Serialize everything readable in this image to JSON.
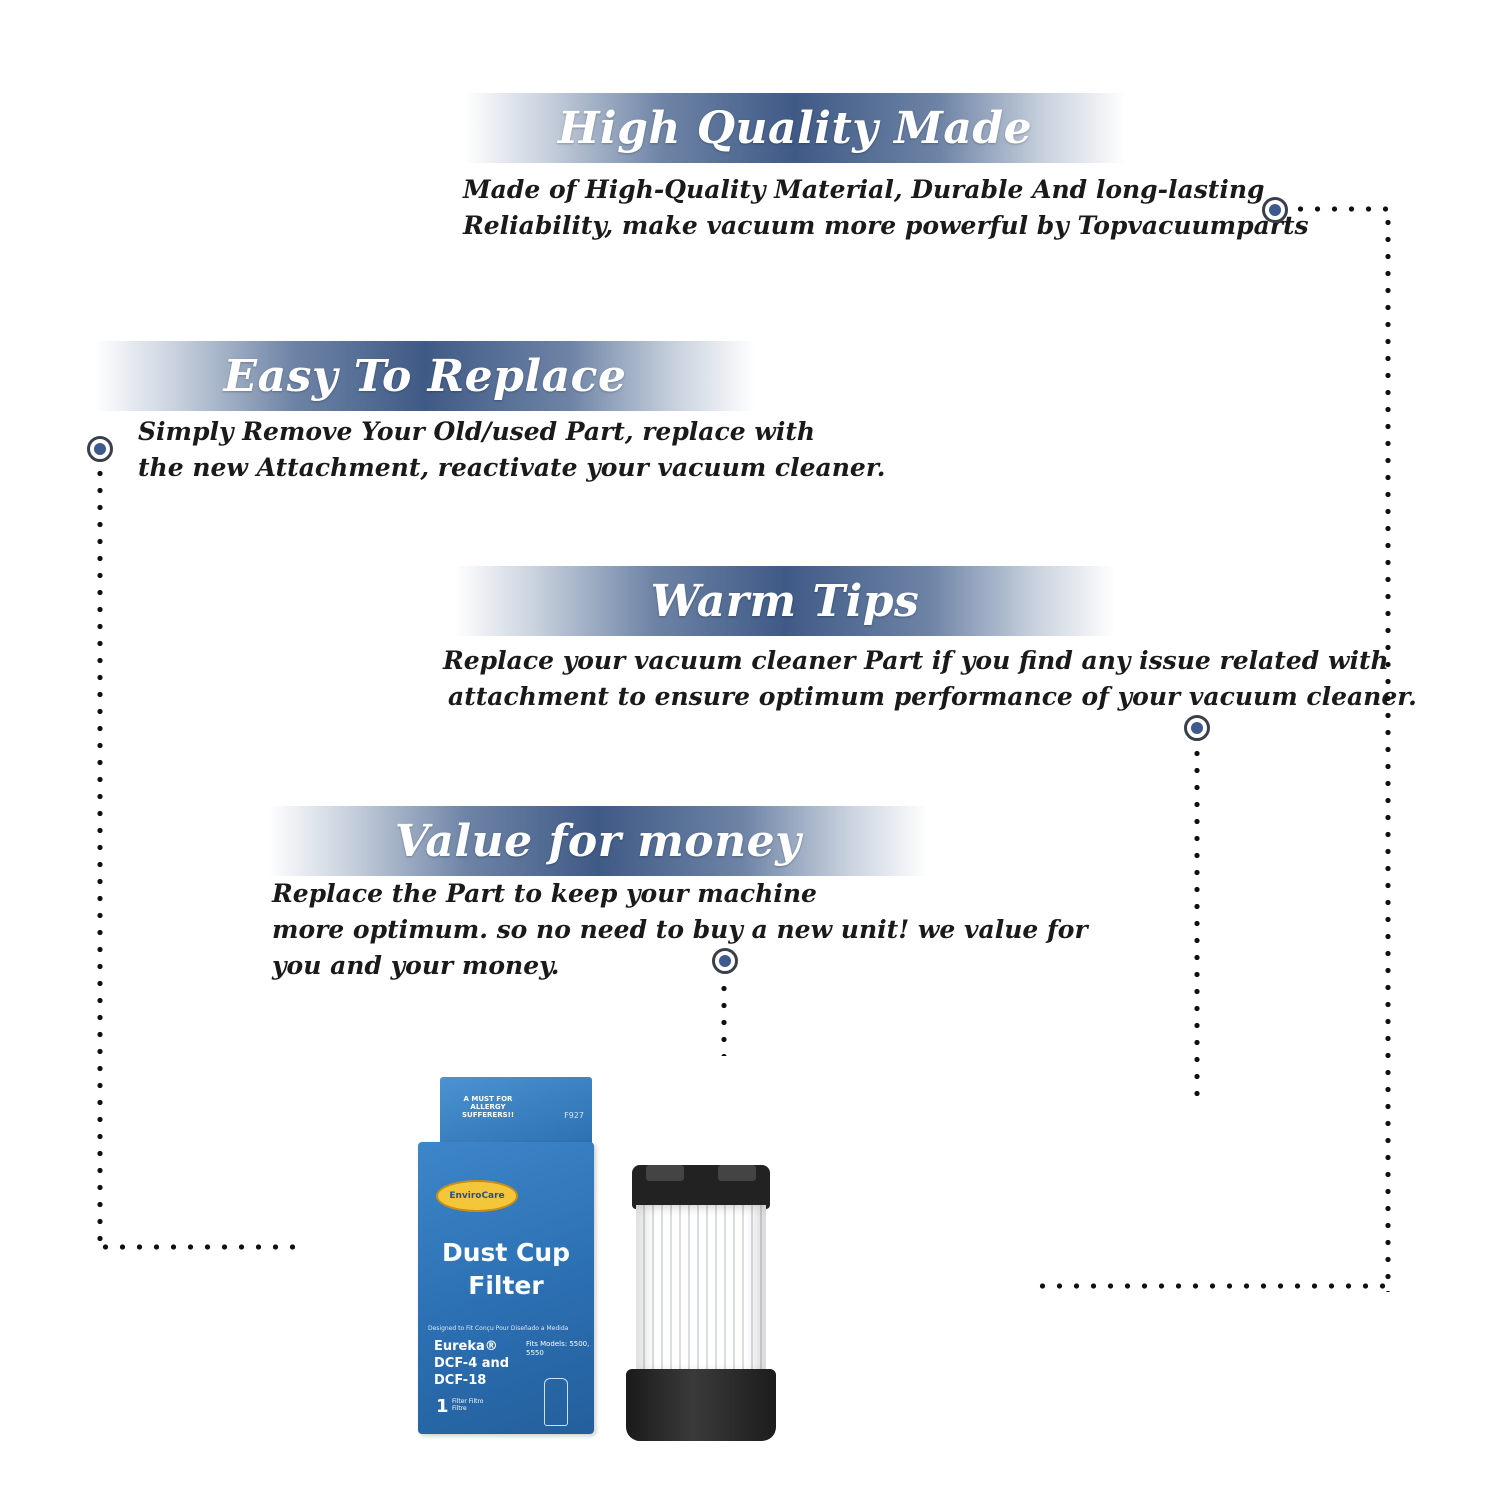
{
  "sections": [
    {
      "title": "High Quality Made",
      "lines": [
        "Made of  High-Quality Material, Durable And long-lasting",
        "Reliability, make vacuum more powerful by Topvacuumparts"
      ]
    },
    {
      "title": "Easy To Replace",
      "lines": [
        "Simply Remove Your Old/used Part, replace with",
        "the new Attachment, reactivate your vacuum cleaner."
      ]
    },
    {
      "title": "Warm Tips",
      "lines": [
        "Replace your vacuum cleaner Part if you find any issue related with",
        "attachment to ensure optimum performance of your vacuum cleaner."
      ]
    },
    {
      "title": "Value for money",
      "lines": [
        "Replace the Part to keep your machine",
        "more optimum. so no need to buy a new unit! we value for",
        "you and your money."
      ]
    }
  ],
  "product_box": {
    "top_text": "A MUST FOR ALLERGY SUFFERERS!!",
    "code": "F927",
    "brand": "EnviroCare",
    "title_line1": "Dust Cup",
    "title_line2": "Filter",
    "fits_label": "Designed to Fit   Conçu Pour   Diseñado a Medida",
    "model_line1": "Eureka®",
    "model_line2": "DCF-4 and",
    "model_line3": "DCF-18",
    "fits_models": "Fits Models: 5500, 5550",
    "count": "1",
    "count_label": "Filter Filtro Filtre"
  },
  "colors": {
    "banner_mid": "#3f5a86",
    "marker_fill": "#3c5a8c",
    "box_blue": "#2b6fb2"
  }
}
